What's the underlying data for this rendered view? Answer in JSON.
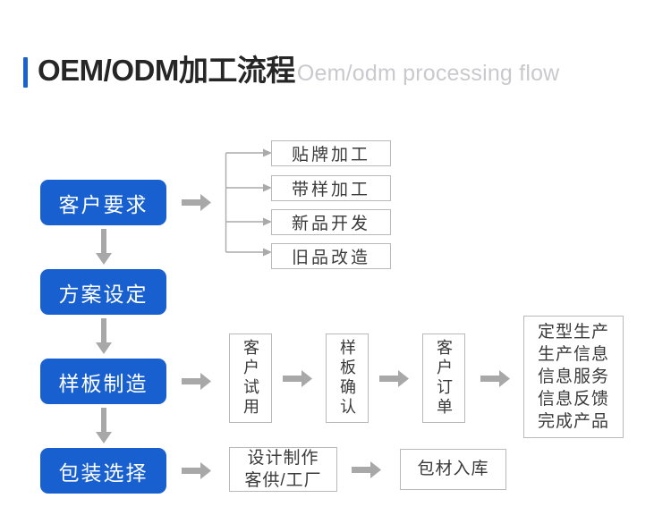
{
  "header": {
    "title_cn": "OEM/ODM加工流程",
    "title_en": "Oem/odm processing flow",
    "accent_color": "#1A63CC",
    "title_color": "#262626",
    "subtitle_color": "#c9c9ce"
  },
  "theme": {
    "blue": "#1860CF",
    "box_border": "#b9b9b9",
    "arrow_gray": "#a8a8a8",
    "text_dark": "#3a3a3a",
    "background": "#ffffff"
  },
  "main_stages": [
    {
      "label": "客户要求"
    },
    {
      "label": "方案设定"
    },
    {
      "label": "样板制造"
    },
    {
      "label": "包装选择"
    }
  ],
  "branch_options": [
    {
      "label": "贴牌加工"
    },
    {
      "label": "带样加工"
    },
    {
      "label": "新品开发"
    },
    {
      "label": "旧品改造"
    }
  ],
  "sample_flow": [
    {
      "label": "客户试用"
    },
    {
      "label": "样板确认"
    },
    {
      "label": "客户订单"
    }
  ],
  "production_summary": {
    "lines": [
      "定型生产",
      "生产信息",
      "信息服务",
      "信息反馈",
      "完成产品"
    ]
  },
  "packaging_flow": [
    {
      "line1": "设计制作",
      "line2": "客供/工厂"
    },
    {
      "line1": "包材入库",
      "line2": ""
    }
  ]
}
